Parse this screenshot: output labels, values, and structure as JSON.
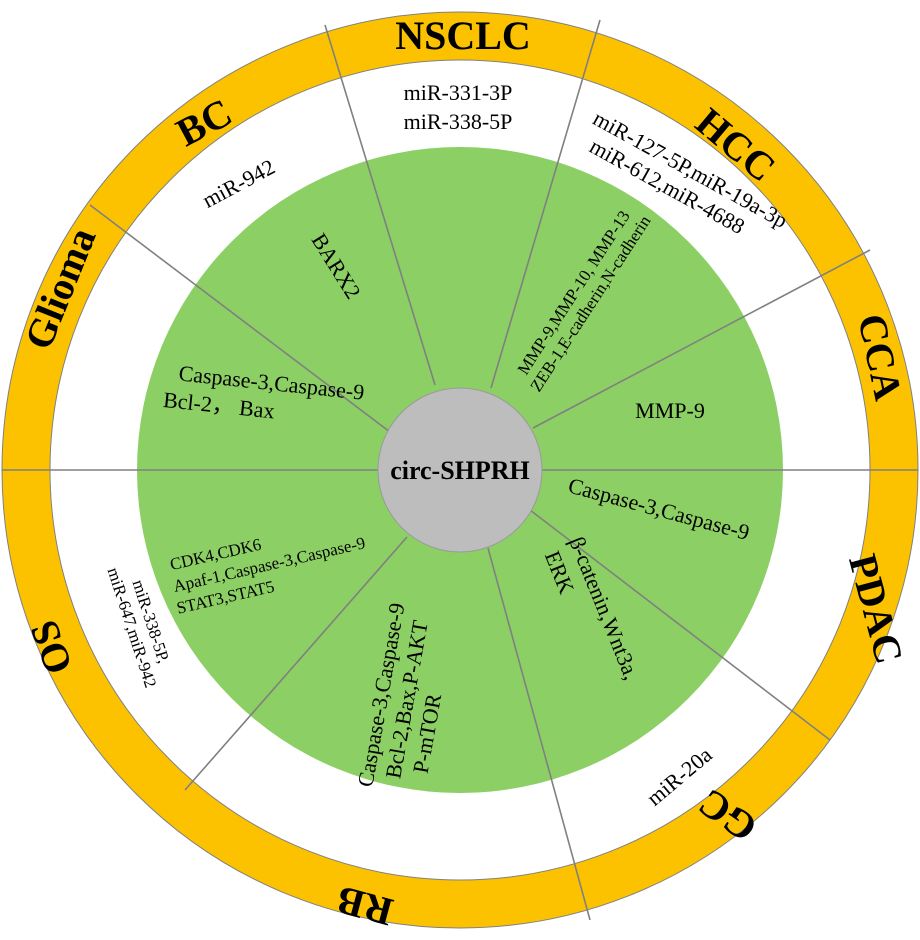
{
  "colors": {
    "outer_ring": "#fcc200",
    "middle_ring": "#ffffff",
    "inner_disc": "#8ccf64",
    "hub": "#bdbdbd",
    "divider": "#808080"
  },
  "center": {
    "label": "circ-SHPRH"
  },
  "cancers": {
    "nsclc": "NSCLC",
    "hcc": "HCC",
    "cca": "CCA",
    "pdac": "PDAC",
    "gc": "GC",
    "rb": "RB",
    "os": "OS",
    "glioma": "Glioma",
    "bc": "BC"
  },
  "mirnas": {
    "nsclc": [
      "miR-331-3P",
      "miR-338-5P"
    ],
    "hcc": [
      "miR-127-5P,miR-19a-3p",
      "miR-612,miR-4688"
    ],
    "gc": [
      "miR-20a"
    ],
    "os": [
      "miR-338-5P,",
      "miR-647,miR-942"
    ],
    "bc": [
      "miR-942"
    ]
  },
  "targets": {
    "hcc": [
      "MMP-9,MMP-10, MMP-13",
      "ZEB-1,E-cadherin,N-cadherin"
    ],
    "cca": [
      "MMP-9"
    ],
    "pdac": [
      "Caspase-3,Caspase-9"
    ],
    "gc": [
      "β-catenin,Wnt3a,",
      "ERK"
    ],
    "rb": [
      "Caspase-3,Caspase-9",
      "Bcl-2,Bax,P-AKT",
      "P-mTOR"
    ],
    "os": [
      "CDK4,CDK6",
      "Apaf-1,Caspase-3,Caspase-9",
      "STAT3,STAT5"
    ],
    "glioma": [
      "Caspase-3,Caspase-9",
      "Bcl-2，  Bax"
    ],
    "bc": [
      "BARX2"
    ]
  }
}
